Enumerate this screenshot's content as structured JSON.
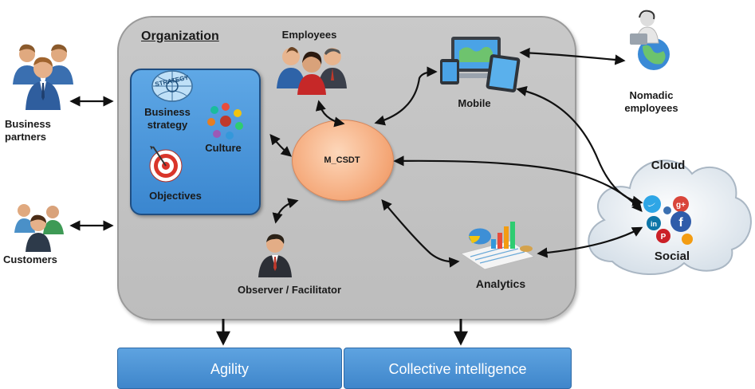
{
  "organization": {
    "title": "Organization",
    "inner_box": {
      "business_strategy": "Business strategy",
      "culture": "Culture",
      "objectives": "Objectives"
    },
    "central_node": "M_CSDT",
    "employees": "Employees",
    "observer": "Observer / Facilitator",
    "mobile": "Mobile",
    "analytics": "Analytics"
  },
  "external": {
    "business_partners": "Business partners",
    "customers": "Customers",
    "nomadic_employees": "Nomadic employees",
    "cloud": "Cloud",
    "social": "Social"
  },
  "outcomes": {
    "agility": "Agility",
    "collective_intelligence": "Collective intelligence"
  },
  "icons": {
    "strategy_globe_text": "STRATEGY"
  },
  "colors": {
    "organization_fill": "#c4c4c4",
    "strategy_box_fill": "#4a96dc",
    "csdt_fill": "#f4a676",
    "outcome_fill": "#4a93d6",
    "cloud_fill": "#e8eef4"
  }
}
